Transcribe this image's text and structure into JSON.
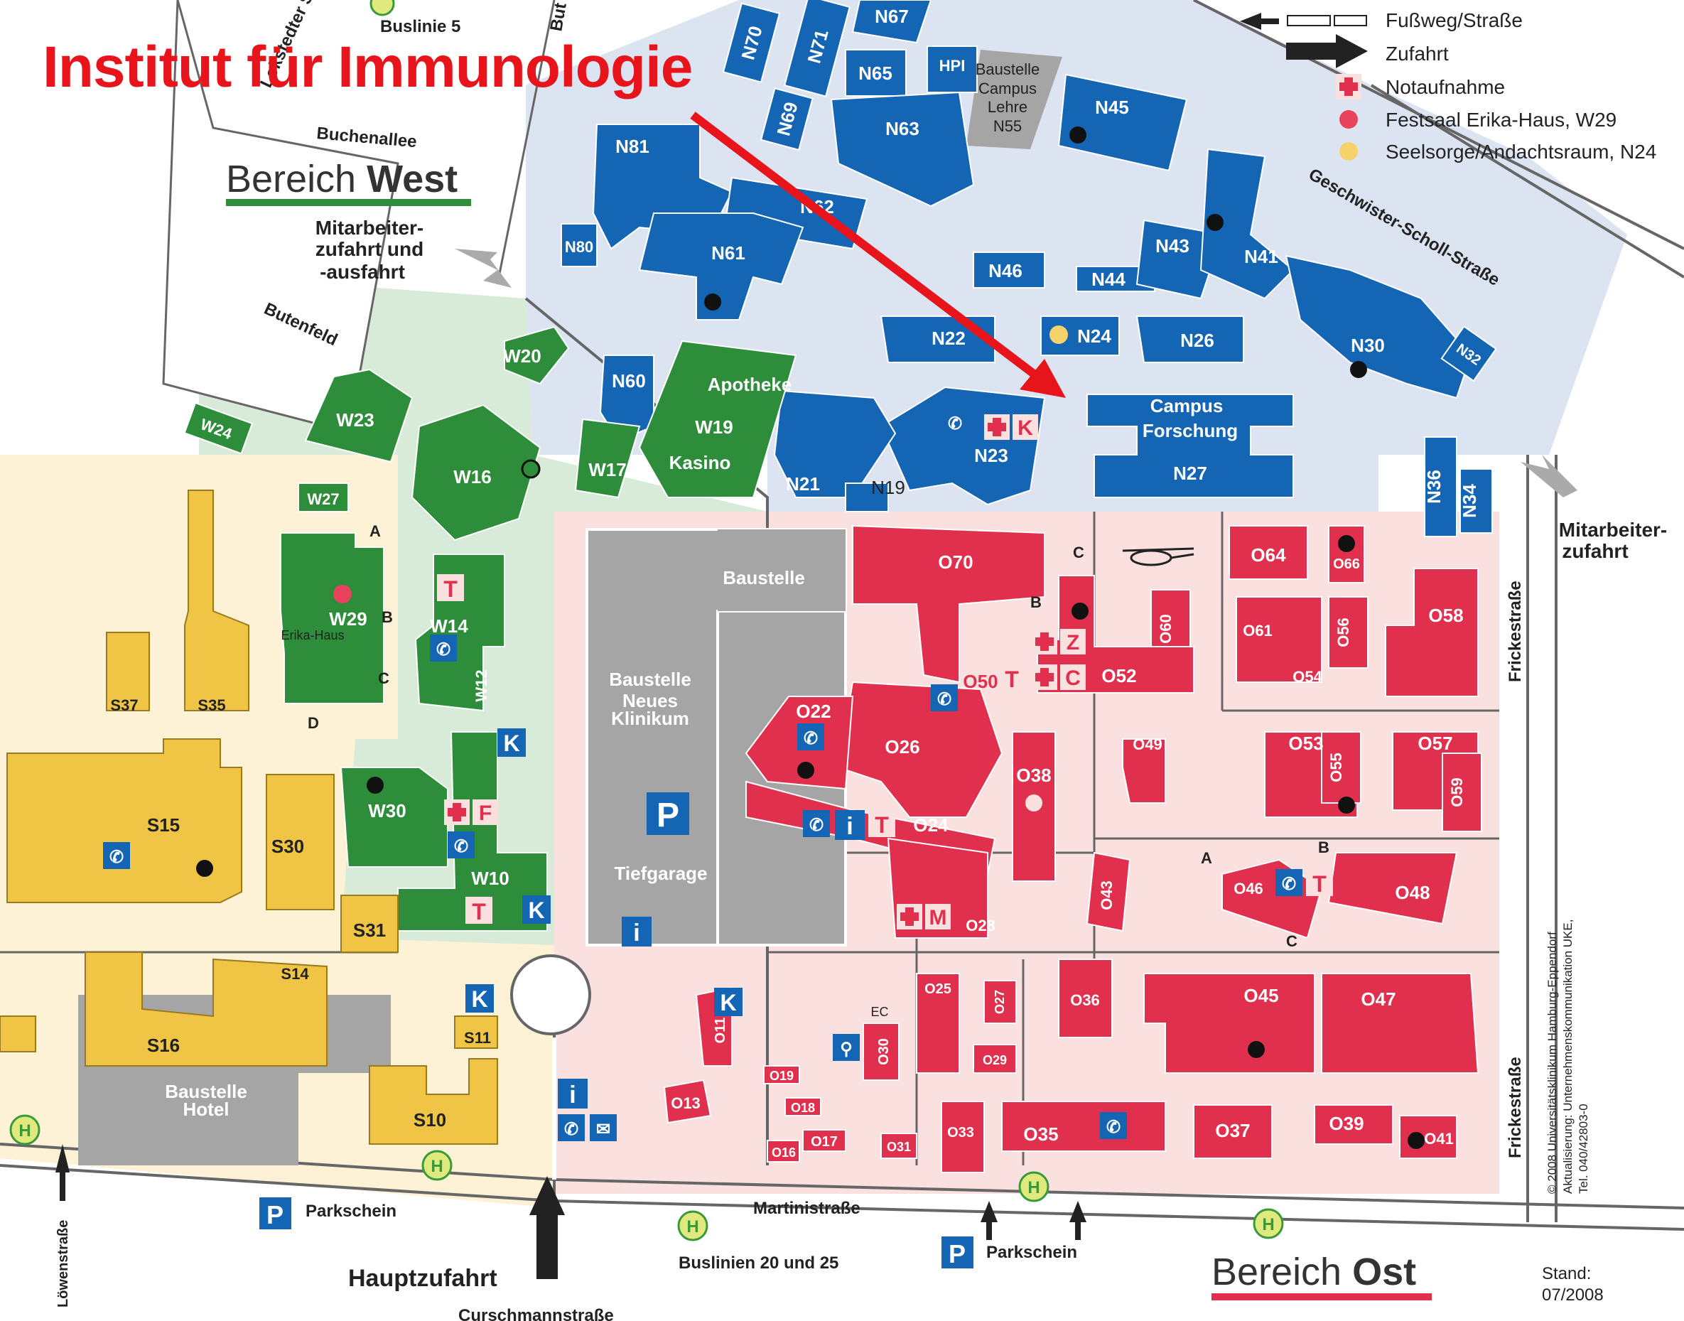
{
  "header": {
    "title": "Institut für Immunologie"
  },
  "legend": {
    "items": [
      {
        "label": "Fußweg/Straße",
        "icon": "footpath-road-icon"
      },
      {
        "label": "Zufahrt",
        "icon": "access-arrow-icon"
      },
      {
        "label": "Notaufnahme",
        "icon": "emergency-cross-icon"
      },
      {
        "label": "Festsaal Erika-Haus, W29",
        "icon": "red-dot-icon"
      },
      {
        "label": "Seelsorge/Andachtsraum, N24",
        "icon": "yellow-dot-icon"
      }
    ]
  },
  "areas": {
    "west": {
      "prefix": "Bereich ",
      "bold": "West"
    },
    "ost": {
      "prefix": "Bereich ",
      "bold": "Ost"
    }
  },
  "colors": {
    "north_bg": "#dde4f1",
    "north_bld": "#1565b5",
    "west_bg": "#d8ead8",
    "west_bld": "#2d8d3a",
    "south_bg": "#fdf1d6",
    "south_bld": "#f0c546",
    "east_bg": "#fbe0e0",
    "east_bld": "#e0304d",
    "gray": "#a5a5a5",
    "arrow": "#e8141c"
  },
  "buildings": [
    {
      "id": "N70"
    },
    {
      "id": "N71"
    },
    {
      "id": "N67"
    },
    {
      "id": "N65"
    },
    {
      "id": "HPI"
    },
    {
      "id": "N69"
    },
    {
      "id": "N63"
    },
    {
      "id": "N81"
    },
    {
      "id": "N62"
    },
    {
      "id": "N80"
    },
    {
      "id": "N61"
    },
    {
      "id": "N45"
    },
    {
      "id": "N46"
    },
    {
      "id": "N44"
    },
    {
      "id": "N43"
    },
    {
      "id": "N41"
    },
    {
      "id": "N22"
    },
    {
      "id": "N24"
    },
    {
      "id": "N26"
    },
    {
      "id": "N30"
    },
    {
      "id": "N32"
    },
    {
      "id": "N60"
    },
    {
      "id": "N23"
    },
    {
      "id": "N21"
    },
    {
      "id": "N19"
    },
    {
      "id": "N27"
    },
    {
      "id": "N36"
    },
    {
      "id": "N34"
    },
    {
      "id": "W20"
    },
    {
      "id": "W23"
    },
    {
      "id": "W24"
    },
    {
      "id": "W16"
    },
    {
      "id": "W19"
    },
    {
      "id": "W17"
    },
    {
      "id": "W27"
    },
    {
      "id": "W29"
    },
    {
      "id": "W14"
    },
    {
      "id": "W12"
    },
    {
      "id": "W30"
    },
    {
      "id": "W10"
    },
    {
      "id": "S37"
    },
    {
      "id": "S35"
    },
    {
      "id": "S15"
    },
    {
      "id": "S30"
    },
    {
      "id": "S31"
    },
    {
      "id": "S14"
    },
    {
      "id": "S16"
    },
    {
      "id": "S11"
    },
    {
      "id": "S10"
    },
    {
      "id": "O70"
    },
    {
      "id": "O64"
    },
    {
      "id": "O66"
    },
    {
      "id": "O60"
    },
    {
      "id": "O61"
    },
    {
      "id": "O56"
    },
    {
      "id": "O58"
    },
    {
      "id": "O54"
    },
    {
      "id": "O52"
    },
    {
      "id": "O50"
    },
    {
      "id": "O22"
    },
    {
      "id": "O26"
    },
    {
      "id": "O49"
    },
    {
      "id": "O53"
    },
    {
      "id": "O55"
    },
    {
      "id": "O57"
    },
    {
      "id": "O59"
    },
    {
      "id": "O38"
    },
    {
      "id": "O24"
    },
    {
      "id": "O43"
    },
    {
      "id": "O46"
    },
    {
      "id": "O48"
    },
    {
      "id": "O28"
    },
    {
      "id": "O25"
    },
    {
      "id": "O27"
    },
    {
      "id": "O36"
    },
    {
      "id": "O45"
    },
    {
      "id": "O47"
    },
    {
      "id": "O11"
    },
    {
      "id": "O19"
    },
    {
      "id": "O18"
    },
    {
      "id": "O30"
    },
    {
      "id": "O29"
    },
    {
      "id": "O13"
    },
    {
      "id": "O17"
    },
    {
      "id": "O16"
    },
    {
      "id": "O31"
    },
    {
      "id": "O33"
    },
    {
      "id": "O35"
    },
    {
      "id": "O37"
    },
    {
      "id": "O39"
    },
    {
      "id": "O41"
    }
  ],
  "places": {
    "baustelle_campus_lehre": [
      "Baustelle",
      "Campus",
      "Lehre",
      "N55"
    ],
    "apotheke": [
      "Apotheke",
      "W19",
      "Kasino"
    ],
    "campus_forschung": [
      "Campus",
      "Forschung",
      "N27"
    ],
    "baustelle_neues_klinikum": [
      "Baustelle",
      "Neues",
      "Klinikum"
    ],
    "baustelle_top": "Baustelle",
    "tiefgarage": "Tiefgarage",
    "baustelle_hotel": [
      "Baustelle",
      "Hotel"
    ],
    "erika_haus": "Erika-Haus"
  },
  "streets": {
    "buslinie5": "Buslinie 5",
    "lokstedter": "Lokstedter S",
    "buchenallee": "Buchenallee",
    "butenfeld": "Butenfeld",
    "but_top": "But",
    "geschwister": "Geschwister-Scholl-Straße",
    "frickestrasse": "Frickestraße",
    "martinistrasse": "Martinistraße",
    "loewenstrasse": "Löwenstraße",
    "curschmann": "Curschmannstraße",
    "buslinien": "Buslinien 20 und 25",
    "hauptzufahrt": "Hauptzufahrt",
    "parkschein": "Parkschein"
  },
  "access": {
    "mitarbeiter_west": [
      "Mitarbeiter-",
      "zufahrt und",
      "-ausfahrt"
    ],
    "mitarbeiter_ost": [
      "Mitarbeiter-",
      "zufahrt"
    ]
  },
  "entrance_letters": [
    "A",
    "B",
    "C",
    "D"
  ],
  "markers": {
    "T": "T",
    "K": "K",
    "F": "F",
    "M": "M",
    "Z": "Z",
    "C": "C",
    "i": "i",
    "P": "P",
    "H": "H",
    "EC": "EC"
  },
  "footer": {
    "stand_label": "Stand:",
    "stand_date": "07/2008",
    "copyright": [
      "© 2008 Universitätsklinikum Hamburg-Eppendorf",
      "Aktualisierung: Unternehmenskommunikation UKE,",
      "Tel. 040/42803-0"
    ]
  }
}
